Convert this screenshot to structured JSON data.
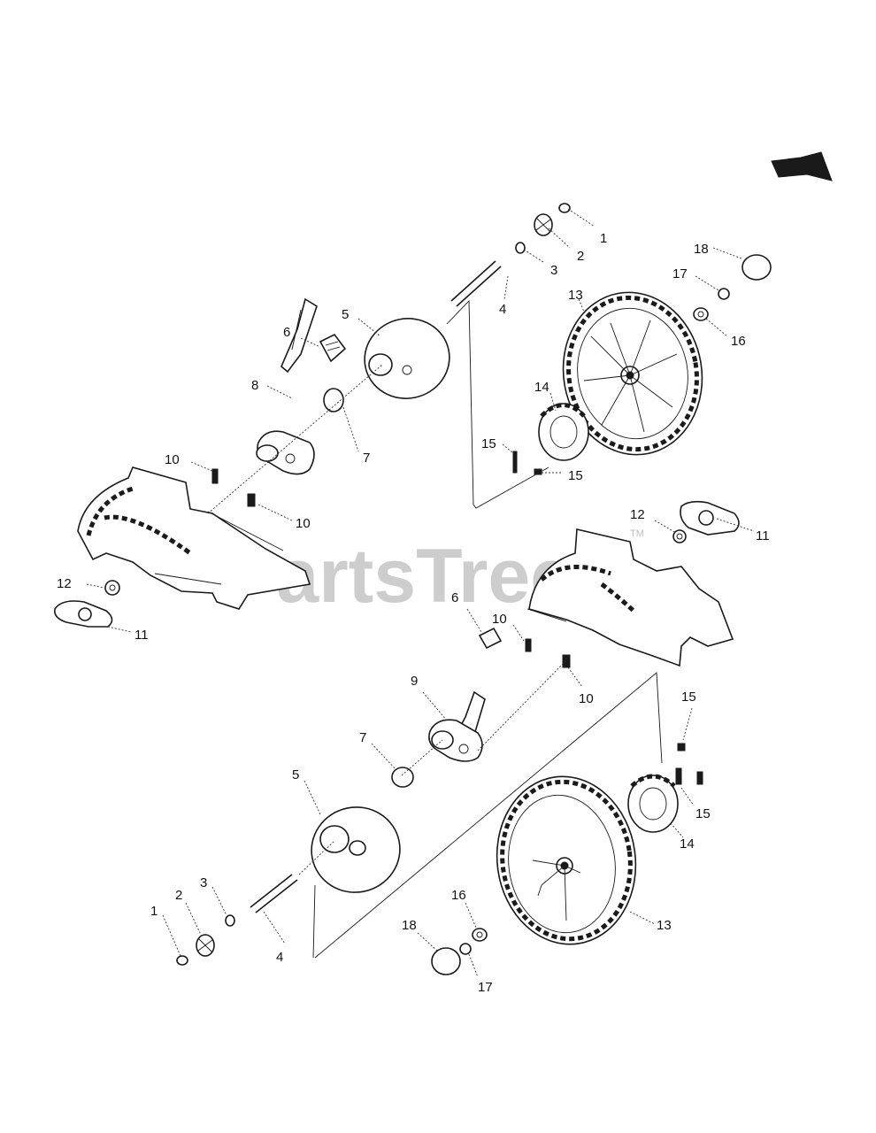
{
  "watermark": {
    "text": "PartsTree",
    "trademark": "TM"
  },
  "colors": {
    "line": "#1a1a1a",
    "watermark": "#bdbdbd",
    "background": "#ffffff"
  },
  "direction_arrow": {
    "icon": "direction-arrow-icon"
  },
  "callouts": {
    "a1": "1",
    "a2": "2",
    "a3": "3",
    "a4": "4",
    "a5": "5",
    "a6": "6",
    "a7": "7",
    "a8": "8",
    "a10a": "10",
    "a10b": "10",
    "a11": "11",
    "a12": "12",
    "a13": "13",
    "a14": "14",
    "a15a": "15",
    "a15b": "15",
    "a16": "16",
    "a17": "17",
    "a18": "18",
    "b1": "1",
    "b2": "2",
    "b3": "3",
    "b4": "4",
    "b5": "5",
    "b6": "6",
    "b7": "7",
    "b9": "9",
    "b10a": "10",
    "b10b": "10",
    "b11": "11",
    "b12": "12",
    "b13": "13",
    "b14": "14",
    "b15a": "15",
    "b15b": "15",
    "b16": "16",
    "b17": "17",
    "b18": "18"
  }
}
